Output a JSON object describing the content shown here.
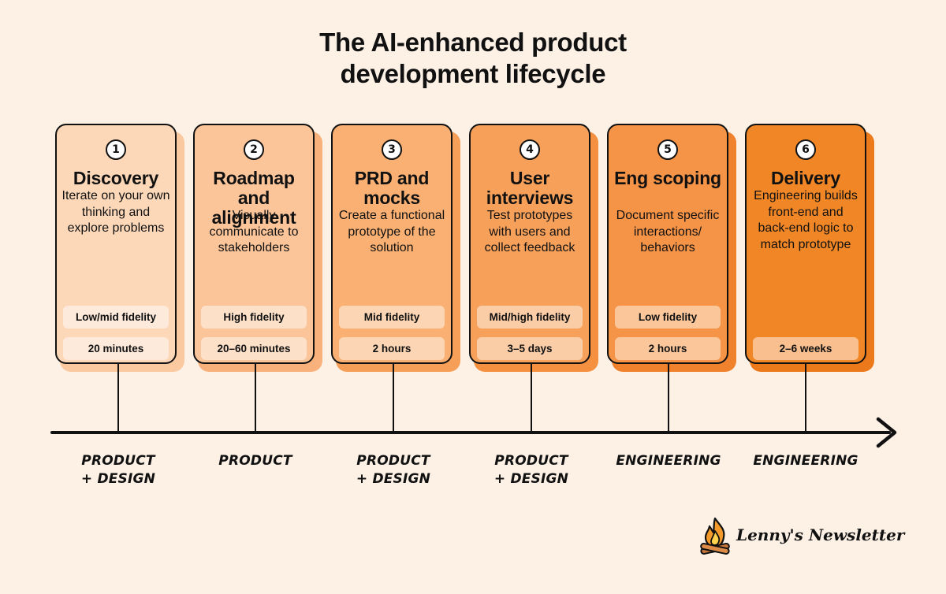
{
  "title": {
    "line1": "The AI-enhanced product",
    "line2": "development lifecycle"
  },
  "stages": [
    {
      "number": "1",
      "title": "Discovery",
      "description": "Iterate on your own thinking and explore problems",
      "fidelity": "Low/mid fidelity",
      "duration": "20 minutes",
      "team_line1": "PRODUCT",
      "team_line2": "+ DESIGN",
      "colors": {
        "fill": "#fcd8b9",
        "shadow": "#fbc9a0",
        "pill": "#feeadb"
      }
    },
    {
      "number": "2",
      "title": "Roadmap and alignment",
      "description": "Visually communicate to stakeholders",
      "fidelity": "High fidelity",
      "duration": "20–60 minutes",
      "team_line1": "PRODUCT",
      "team_line2": "",
      "colors": {
        "fill": "#fbc499",
        "shadow": "#f9b17b",
        "pill": "#fde0c8"
      }
    },
    {
      "number": "3",
      "title": "PRD and mocks",
      "description": "Create a functional prototype of the solution",
      "fidelity": "Mid fidelity",
      "duration": "2 hours",
      "team_line1": "PRODUCT",
      "team_line2": "+ DESIGN",
      "colors": {
        "fill": "#f9b072",
        "shadow": "#f69f58",
        "pill": "#fcd6b4"
      }
    },
    {
      "number": "4",
      "title": "User interviews",
      "description": "Test prototypes with users and collect feedback",
      "fidelity": "Mid/high fidelity",
      "duration": "3–5 days",
      "team_line1": "PRODUCT",
      "team_line2": "+ DESIGN",
      "colors": {
        "fill": "#f7a05a",
        "shadow": "#f4903f",
        "pill": "#fbcda6"
      }
    },
    {
      "number": "5",
      "title": "Eng scoping",
      "description": "Document specific interactions/ behaviors",
      "fidelity": "Low fidelity",
      "duration": "2 hours",
      "team_line1": "ENGINEERING",
      "team_line2": "",
      "colors": {
        "fill": "#f59347",
        "shadow": "#f1822d",
        "pill": "#fac69a"
      }
    },
    {
      "number": "6",
      "title": "Delivery",
      "description": "Engineering builds front-end and back-end logic to match prototype",
      "fidelity": "",
      "duration": "2–6 weeks",
      "team_line1": "ENGINEERING",
      "team_line2": "",
      "colors": {
        "fill": "#f08625",
        "shadow": "#ed7a1a",
        "pill": "#f9bf8f"
      }
    }
  ],
  "brand": {
    "name": "Lenny's Newsletter",
    "logo_icon": "campfire-icon"
  },
  "colors": {
    "background": "#fdf1e6",
    "ink": "#111111"
  }
}
